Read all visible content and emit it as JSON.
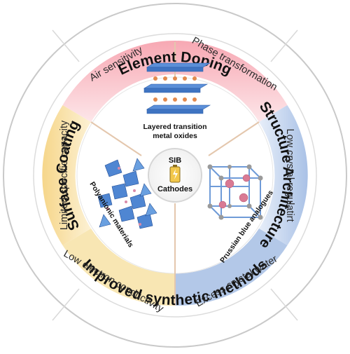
{
  "strategies": {
    "top": "Element Doping",
    "right": "Structure Architecture",
    "bottom": "Improved synthetic methods",
    "left": "Surface Coating"
  },
  "problems": {
    "air_sensitivity": "Air sensitivity",
    "phase_transformation": "Phase transformation",
    "low_crystal": "Low crystal regulatirt",
    "excess_water": "Excess crystal water",
    "low_conductivity": "Low electron conductivity",
    "limited_capacity": "Limited specific capacity"
  },
  "materials": {
    "layered_line1": "Layered transition",
    "layered_line2": "metal oxides",
    "polyanionic": "Polyanionic materials",
    "prussian": "Prussian blue analogues"
  },
  "center": {
    "top": "SIB",
    "bottom": "Cathodes"
  },
  "colors": {
    "pink": "#f5b8c0",
    "blue": "#b5c9e6",
    "yellow": "#f7dfa0",
    "outer_ring": "#ffffff",
    "ring_border": "#cfcfcf",
    "divider": "#e8c9b0",
    "crystal_blue": "#5a8fd6",
    "atom_orange": "#e38a4e",
    "atom_pink": "#d98aa8"
  }
}
